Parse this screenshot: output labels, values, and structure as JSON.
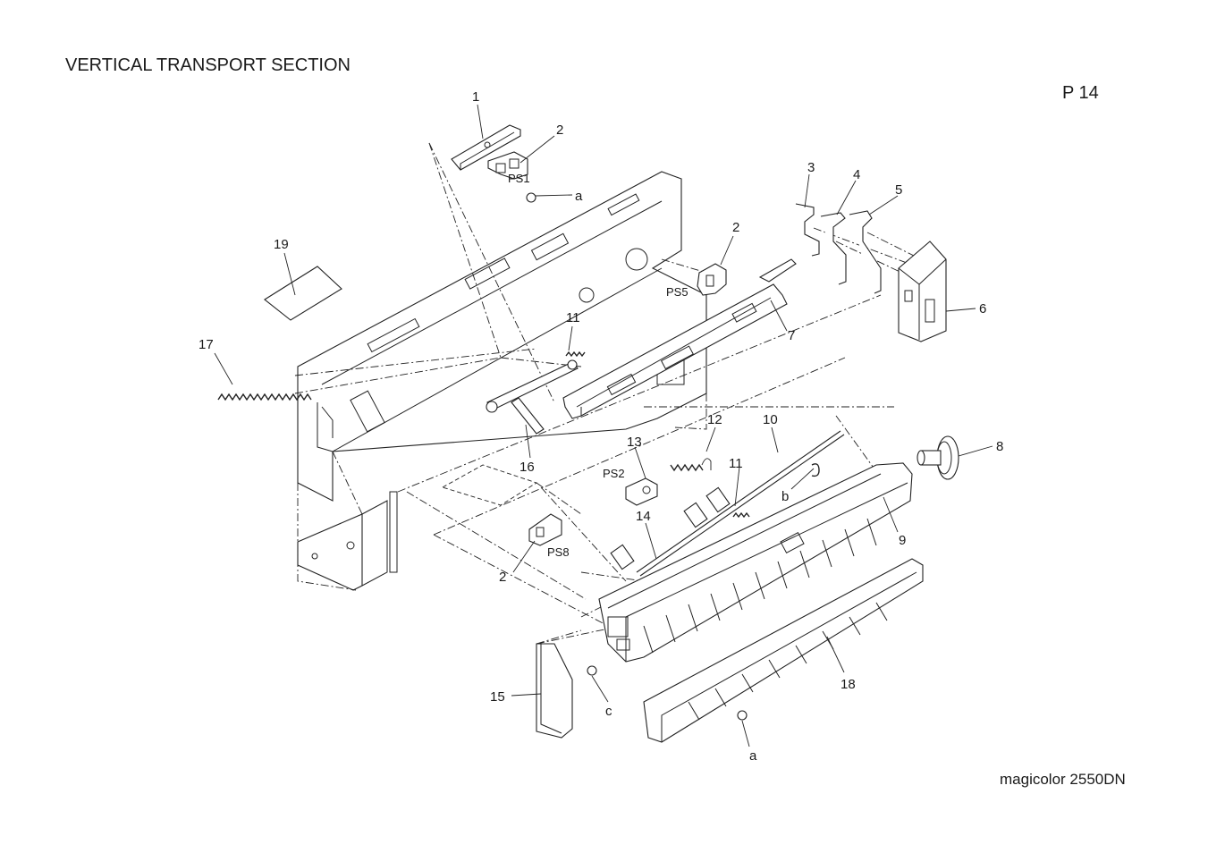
{
  "header": {
    "title": "VERTICAL TRANSPORT SECTION",
    "page_number": "P 14"
  },
  "footer": {
    "model": "magicolor 2550DN"
  },
  "callouts": {
    "c1": "1",
    "c2a": "2",
    "c2b": "2",
    "c2c": "2",
    "c3": "3",
    "c4": "4",
    "c5": "5",
    "c6": "6",
    "c7": "7",
    "c8": "8",
    "c9": "9",
    "c10": "10",
    "c11a": "11",
    "c11b": "11",
    "c12": "12",
    "c13": "13",
    "c14": "14",
    "c15": "15",
    "c16": "16",
    "c17": "17",
    "c18": "18",
    "c19": "19"
  },
  "screw_labels": {
    "a_top": "a",
    "a_bottom": "a",
    "b": "b",
    "c": "c"
  },
  "sensors": {
    "ps1": "PS1",
    "ps2": "PS2",
    "ps5": "PS5",
    "ps8": "PS8"
  }
}
